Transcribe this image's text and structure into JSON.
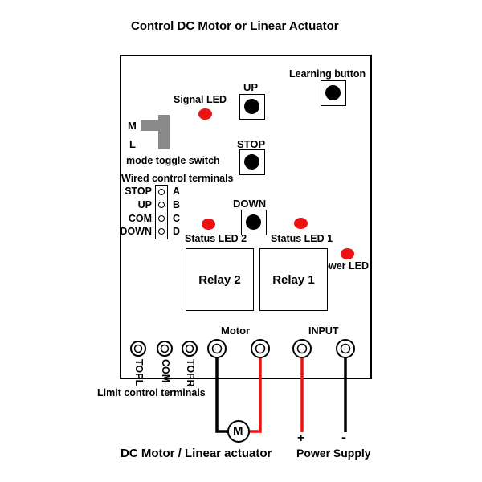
{
  "title": "Control DC Motor or Linear Actuator",
  "labels": {
    "up": "UP",
    "stop": "STOP",
    "down": "DOWN",
    "learning_button": "Learning button",
    "signal_led": "Signal LED",
    "mode_m": "M",
    "mode_l": "L",
    "mode_toggle_switch": "mode toggle switch",
    "wired_control_terminals": "Wired control terminals",
    "status_led_2": "Status LED 2",
    "status_led_1": "Status LED 1",
    "power_led": "Power LED",
    "relay_2": "Relay 2",
    "relay_1": "Relay 1",
    "motor": "Motor",
    "input": "INPUT",
    "limit_control_terminals": "Limit control terminals",
    "motor_symbol": "M",
    "plus": "+",
    "minus": "-",
    "dc_motor_linear_actuator": "DC Motor / Linear actuator",
    "power_supply": "Power Supply"
  },
  "wired_terminals": [
    {
      "name": "STOP",
      "letter": "A"
    },
    {
      "name": "UP",
      "letter": "B"
    },
    {
      "name": "COM",
      "letter": "C"
    },
    {
      "name": "DOWN",
      "letter": "D"
    }
  ],
  "limit_terminals": [
    "TOPL",
    "COM",
    "TOPR"
  ],
  "colors": {
    "led": "#ee1111",
    "wire_positive": "#ee1111",
    "wire_negative": "#000000",
    "switch": "#8a8a8a"
  }
}
